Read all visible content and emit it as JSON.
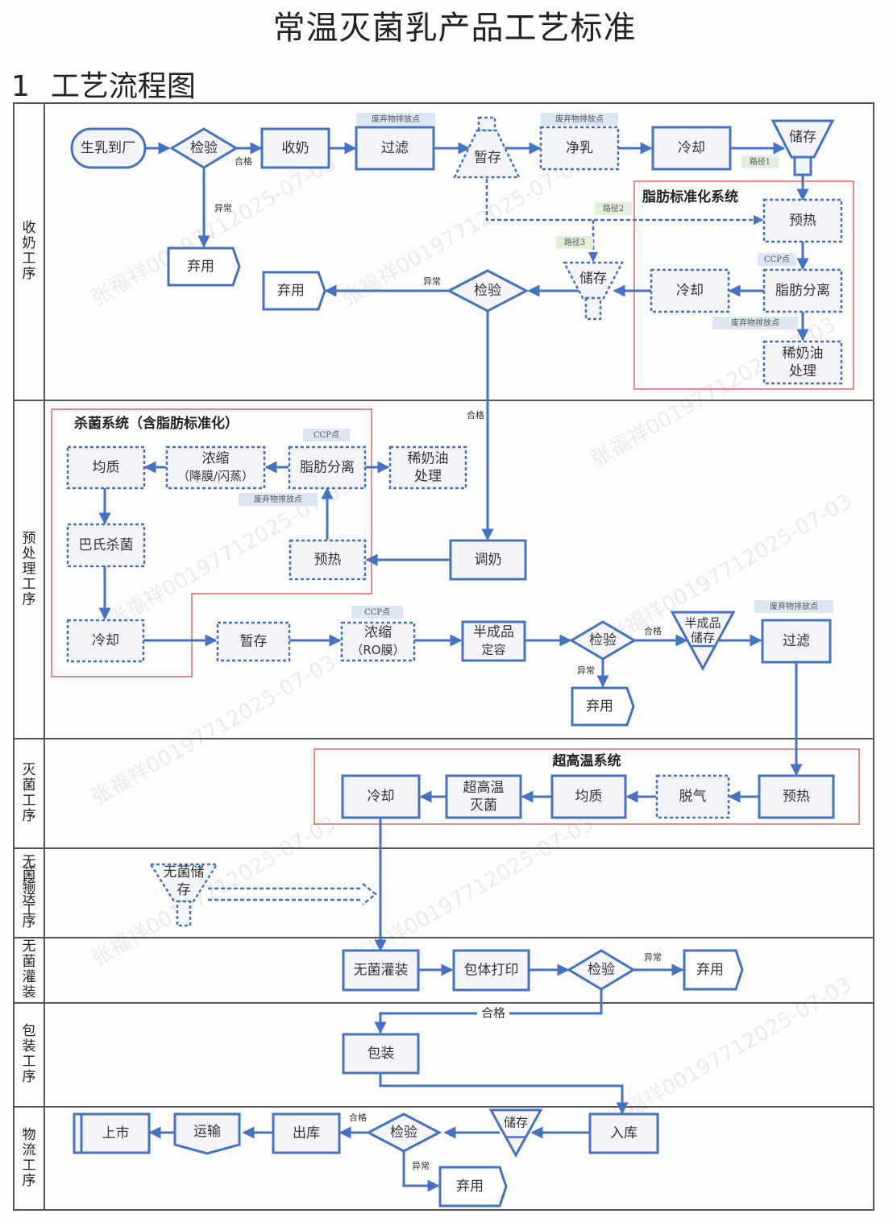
{
  "document": {
    "title": "常温灭菌乳产品工艺标准",
    "section_number": "1",
    "section_title": "工艺流程图"
  },
  "colors": {
    "node_stroke": "#4472c4",
    "node_fill": "#f4f5f8",
    "group_border": "#e06666",
    "tag_waste_fill": "#dde6f3",
    "tag_path_fill": "#e2efda",
    "lane_border": "#555555"
  },
  "lanes": [
    {
      "id": "milk-receiving",
      "label": "收奶工序"
    },
    {
      "id": "pretreatment",
      "label": "预处理工序"
    },
    {
      "id": "sterilization",
      "label": "灭菌工序"
    },
    {
      "id": "aseptic-transfer",
      "label": "无菌输送工序"
    },
    {
      "id": "aseptic-filling",
      "label": "无菌灌装"
    },
    {
      "id": "packaging",
      "label": "包装工序"
    },
    {
      "id": "logistics",
      "label": "物流工序"
    }
  ],
  "groups": {
    "fat_standardization": "脂肪标准化系统",
    "sterilization_system": "杀菌系统（含脂肪标准化）",
    "uht_system": "超高温系统"
  },
  "tags": {
    "waste": "废弃物排放点",
    "ccp": "CCP点",
    "path1": "路径1",
    "path2": "路径2",
    "path3": "路径3"
  },
  "edge_labels": {
    "pass": "合格",
    "abnormal": "异常"
  },
  "nodes": {
    "raw_milk": "生乳到厂",
    "inspect1": "检验",
    "receive": "收奶",
    "filter1": "过滤",
    "temp_store1": "暂存",
    "clarify": "净乳",
    "cool1": "冷却",
    "storage1": "储存",
    "discard1": "弃用",
    "preheat1": "预热",
    "fat_sep1": "脂肪分离",
    "cool2": "冷却",
    "cream1_l1": "稀奶油",
    "cream1_l2": "处理",
    "storage2": "储存",
    "inspect2": "检验",
    "discard2": "弃用",
    "homogenize1": "均质",
    "concentrate1_l1": "浓缩",
    "concentrate1_l2": "（降膜/闪蒸）",
    "fat_sep2": "脂肪分离",
    "cream2_l1": "稀奶油",
    "cream2_l2": "处理",
    "pasteurize": "巴氏杀菌",
    "preheat2": "预热",
    "blend": "调奶",
    "cool3": "冷却",
    "temp_store2": "暂存",
    "concentrate2_l1": "浓缩",
    "concentrate2_l2": "（RO膜）",
    "semi_volume_l1": "半成品",
    "semi_volume_l2": "定容",
    "inspect3": "检验",
    "semi_store_l1": "半成品",
    "semi_store_l2": "储存",
    "filter2": "过滤",
    "discard3": "弃用",
    "uht_preheat": "预热",
    "degas": "脱气",
    "homogenize2": "均质",
    "uht_l1": "超高温",
    "uht_l2": "灭菌",
    "cool4": "冷却",
    "aseptic_store_l1": "无菌储",
    "aseptic_store_l2": "存",
    "aseptic_fill": "无菌灌装",
    "print": "包体打印",
    "inspect4": "检验",
    "discard4": "弃用",
    "pack": "包装",
    "warehouse_in": "入库",
    "storage3": "储存",
    "inspect5": "检验",
    "warehouse_out": "出库",
    "transport": "运输",
    "market": "上市",
    "discard5": "弃用"
  },
  "watermark": {
    "text": "张福祥00197712025-07-03"
  }
}
